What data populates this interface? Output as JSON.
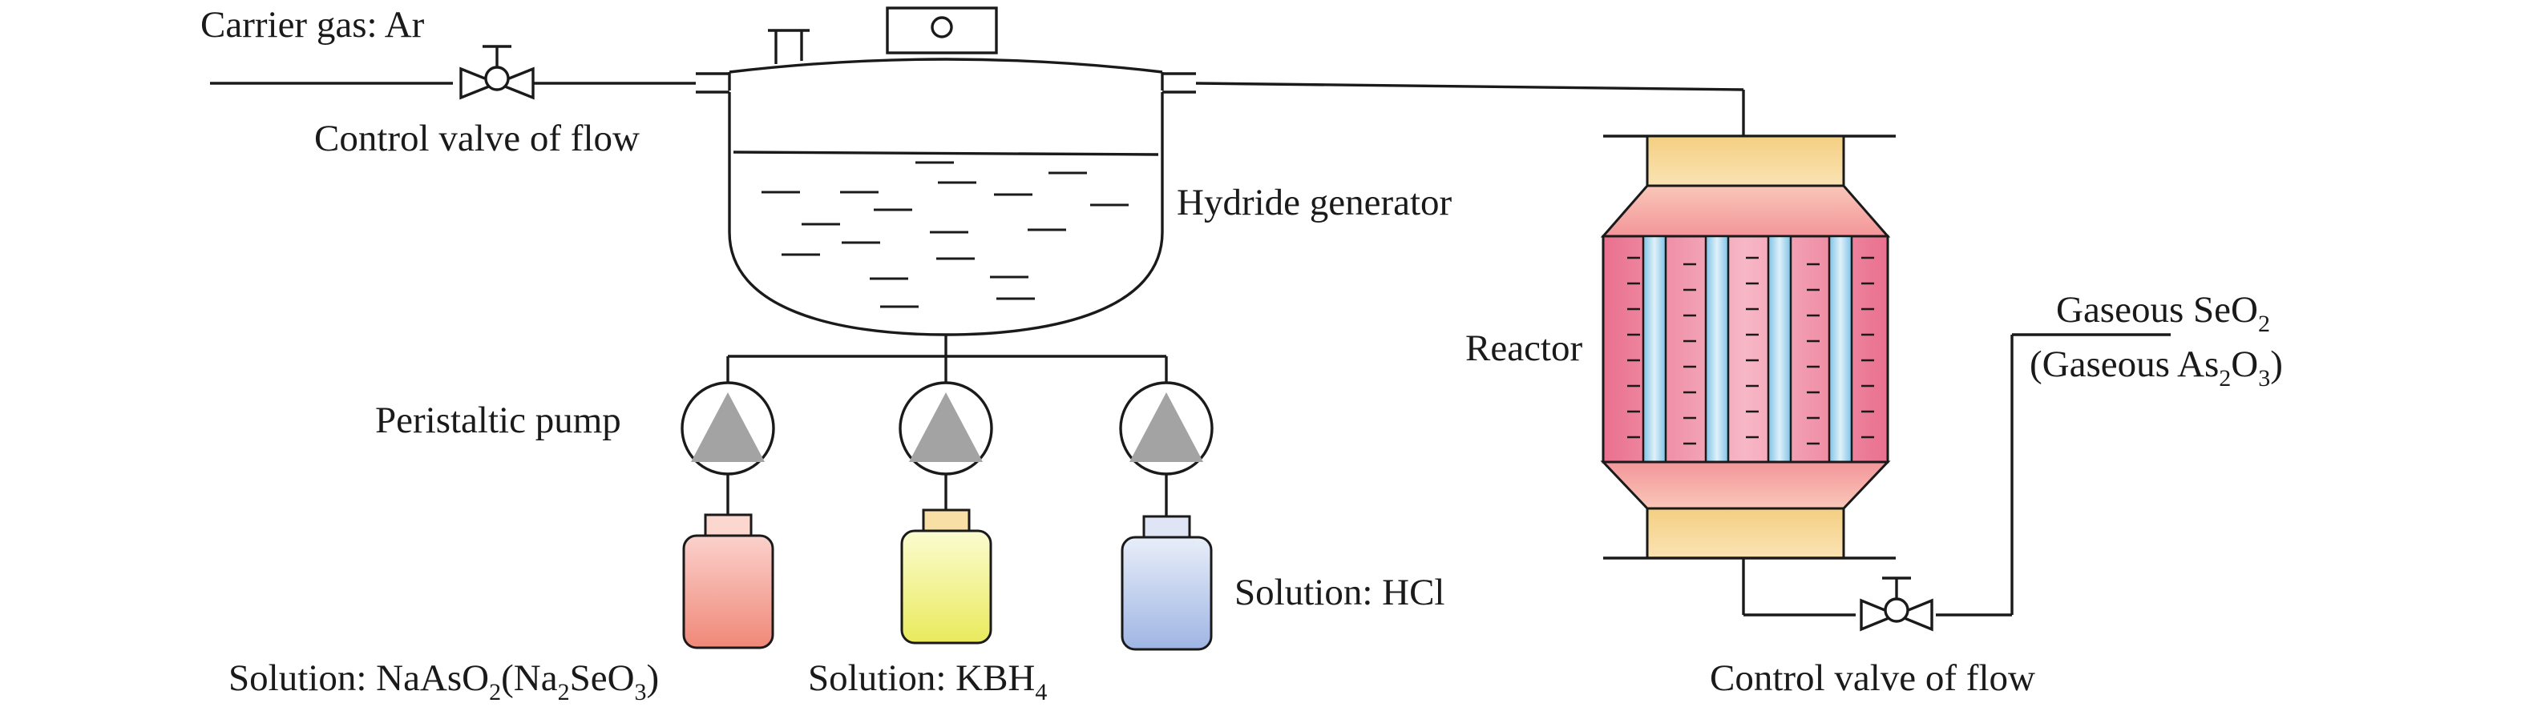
{
  "labels": {
    "carrier_gas": "Carrier gas: Ar",
    "control_valve_inlet": "Control valve of flow",
    "hydride_generator": "Hydride generator",
    "peristaltic_pump": "Peristaltic pump",
    "reactor": "Reactor",
    "control_valve_outlet": "Control valve of flow",
    "solution_hcl": "Solution: HCl",
    "solution_kbh4": {
      "main": "Solution: KBH",
      "sub": "4"
    },
    "solution_naaso2": {
      "p1": "Solution: NaAsO",
      "s1": "2",
      "p2": "(Na",
      "s2": "2",
      "p3": "SeO",
      "s3": "3",
      "p4": ")"
    },
    "gaseous_seo2": {
      "main": "Gaseous SeO",
      "sub": "2"
    },
    "gaseous_as2o3": {
      "p1": "(Gaseous As",
      "s1": "2",
      "p2": "O",
      "s2": "3",
      "p3": ")"
    }
  },
  "colors": {
    "line": "#1a1a1a",
    "bottle_naaso2": "#f08878",
    "bottle_kbh4": "#eef07a",
    "bottle_hcl": "#a9bce6",
    "reactor_core": "#f08aa2",
    "reactor_tube": "#a9d6ef",
    "reactor_cap": "#f5d38c",
    "reactor_cone": "#f6aaa4",
    "pump_triangle": "#a3a3a3"
  }
}
